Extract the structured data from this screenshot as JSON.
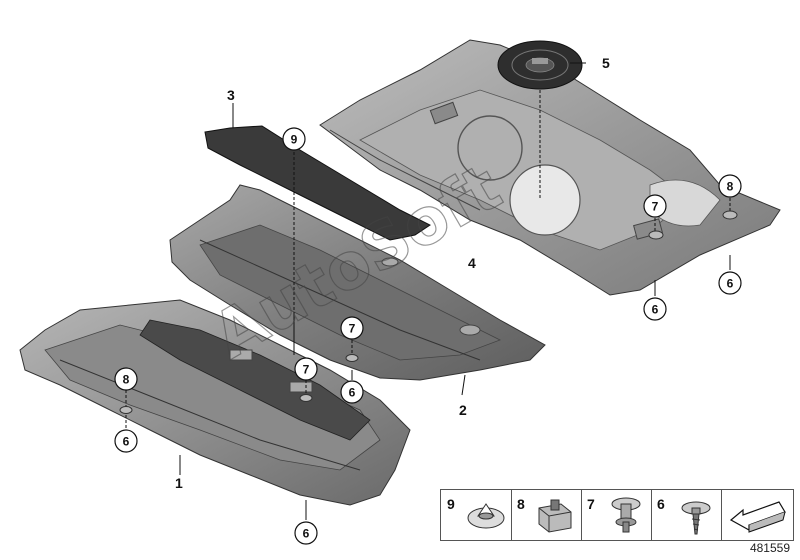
{
  "callouts": {
    "p1": "1",
    "p2": "2",
    "p3": "3",
    "p4": "4",
    "p5": "5",
    "c6a": "6",
    "c6b": "6",
    "c6c": "6",
    "c6d": "6",
    "c6e": "6",
    "c7a": "7",
    "c7b": "7",
    "c7c": "7",
    "c8a": "8",
    "c8b": "8",
    "c9": "9"
  },
  "legend": {
    "items": [
      "9",
      "8",
      "7",
      "6"
    ]
  },
  "watermark": "AutoSoft",
  "drawing_number": "481559",
  "colors": {
    "panel_dark": "#4a4a4a",
    "panel_mid": "#8c8c8c",
    "panel_light": "#c4c4c4",
    "outline": "#333333"
  }
}
